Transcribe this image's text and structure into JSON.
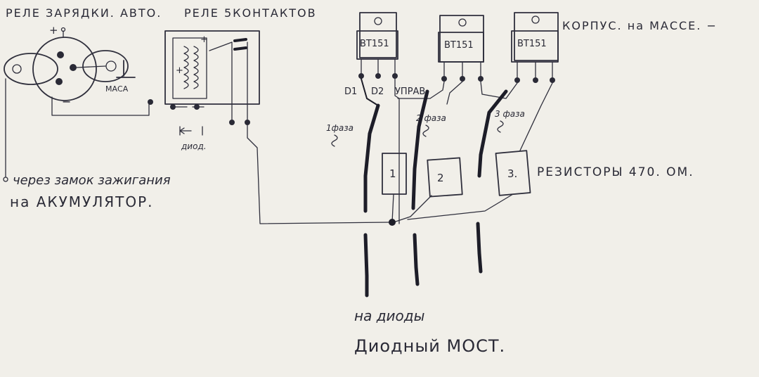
{
  "labels": {
    "relay_charge": "РЕЛЕ ЗАРЯДКИ. АВТО.",
    "relay_5": "РЕЛЕ 5КОНТАКТОВ",
    "mass": "МАСА",
    "plus": "+",
    "minus": "−",
    "via_lock": "через замок зажигания",
    "to_battery": "на АКУМУЛЯТОР.",
    "diode": "диод.",
    "case_ground": "КОРПУС. на МАССЕ. −",
    "resistors": "РЕЗИСТОРЫ 470. ОМ.",
    "to_diodes": "на диоды",
    "diode_bridge": "Диодный МОСТ."
  },
  "thyristors": [
    {
      "model": "BT151",
      "pins": [
        "D1",
        "D2",
        "УПРАВ."
      ],
      "phase": "1фаза",
      "resistor": "1"
    },
    {
      "model": "BT151",
      "phase": "2 фаза",
      "resistor": "2"
    },
    {
      "model": "BT151",
      "phase": "3 фаза",
      "resistor": "3."
    }
  ],
  "colors": {
    "ink": "#2f2f3c",
    "paper": "#f1efe9"
  }
}
